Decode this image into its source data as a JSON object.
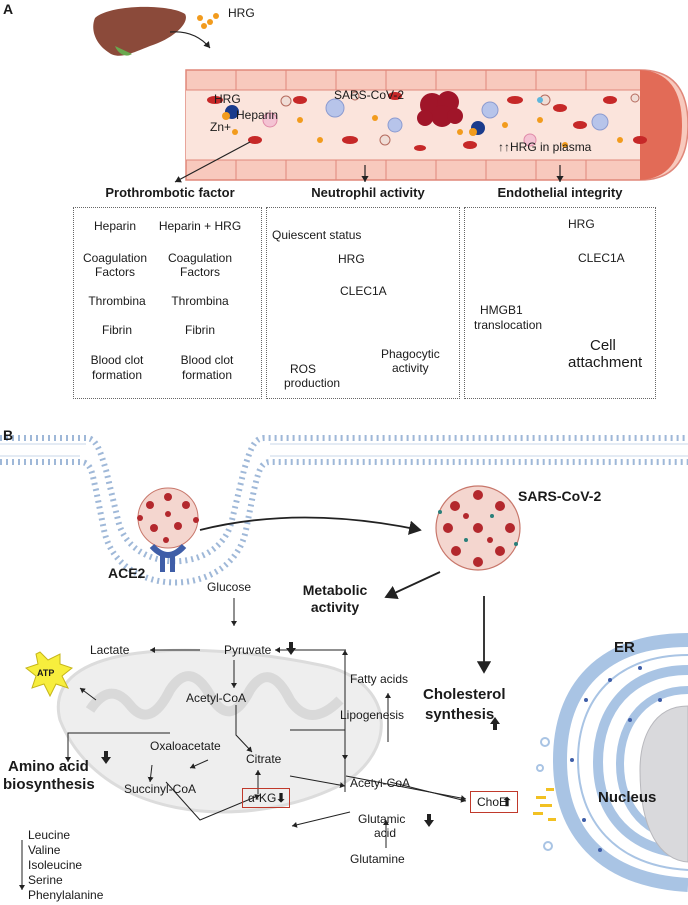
{
  "panel_a": {
    "letter": "A",
    "hrg_top": "HRG",
    "vessel": {
      "hrg": "HRG",
      "heparin": "Heparin",
      "zn": "Zn+",
      "sars": "SARS-CoV-2",
      "plasma": "↑↑HRG in plasma"
    },
    "sections": [
      {
        "title": "Prothrombotic factor",
        "left": [
          "Heparin",
          "Coagulation",
          "Factors",
          "Thrombina",
          "Fibrin",
          "Blood clot",
          "formation"
        ],
        "right": [
          "Heparin + HRG",
          "Coagulation",
          "Factors",
          "Thrombina",
          "Fibrin",
          "Blood clot",
          "formation"
        ]
      },
      {
        "title": "Neutrophil activity",
        "quiescent": "Quiescent status",
        "hrg": "HRG",
        "receptor": "CLEC1A",
        "ros": [
          "ROS",
          "production"
        ],
        "phago": [
          "Phagocytic",
          "activity"
        ]
      },
      {
        "title": "Endothelial  integrity",
        "hrg": "HRG",
        "receptor": "CLEC1A",
        "hmgb1": [
          "HMGB1",
          "translocation"
        ],
        "cell": [
          "Cell",
          "attachment"
        ]
      }
    ]
  },
  "panel_b": {
    "letter": "B",
    "ace2": "ACE2",
    "sars": "SARS-CoV-2",
    "metabolic": [
      "Metabolic",
      "activity"
    ],
    "glucose": "Glucose",
    "lactate": "Lactate",
    "pyruvate": "Pyruvate",
    "atp": "ATP",
    "acetyl_coa_mito": "Acetyl-CoA",
    "oxaloacetate": "Oxaloacetate",
    "citrate": "Citrate",
    "succinyl": "Succinyl-CoA",
    "akg": "α-KG",
    "amino": [
      "Amino acid",
      "biosynthesis"
    ],
    "fatty": "Fatty acids",
    "lipogenesis": "Lipogenesis",
    "acetyl_coa_cyto": "Acetyl-CoA",
    "choe": "ChoE",
    "cholesterol": [
      "Cholesterol",
      "synthesis"
    ],
    "glutamic": [
      "Glutamic",
      "acid"
    ],
    "glutamine": "Glutamine",
    "er": "ER",
    "nucleus": "Nucleus",
    "amino_list": [
      "Leucine",
      "Valine",
      "Isoleucine",
      "Serine",
      "Phenylalanine"
    ],
    "down": "⬇",
    "up": "⬆"
  },
  "colors": {
    "vessel": "#f5b8a8",
    "vessel_edge": "#e0877a",
    "rbc": "#c62828",
    "down_red": "#c0392b",
    "box_red": "#c0392b",
    "er_blue": "#a9c4e4"
  }
}
